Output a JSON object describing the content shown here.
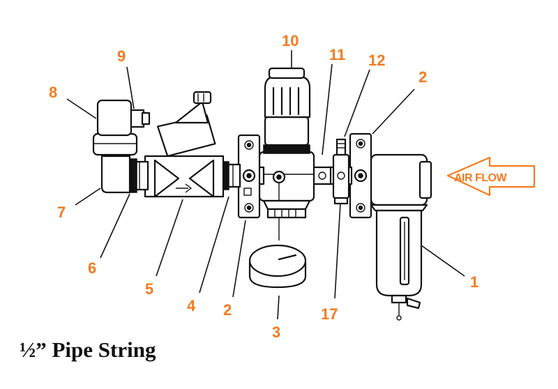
{
  "title": "½” Pipe String",
  "flow_label": "AIR FLOW",
  "accent_color": "#F47B20",
  "line_color": "#111111",
  "callouts": {
    "c1": "1",
    "c2_right": "2",
    "c2_left": "2",
    "c3": "3",
    "c4": "4",
    "c5": "5",
    "c6": "6",
    "c7": "7",
    "c8": "8",
    "c9": "9",
    "c10": "10",
    "c11": "11",
    "c12": "12",
    "c17": "17"
  }
}
